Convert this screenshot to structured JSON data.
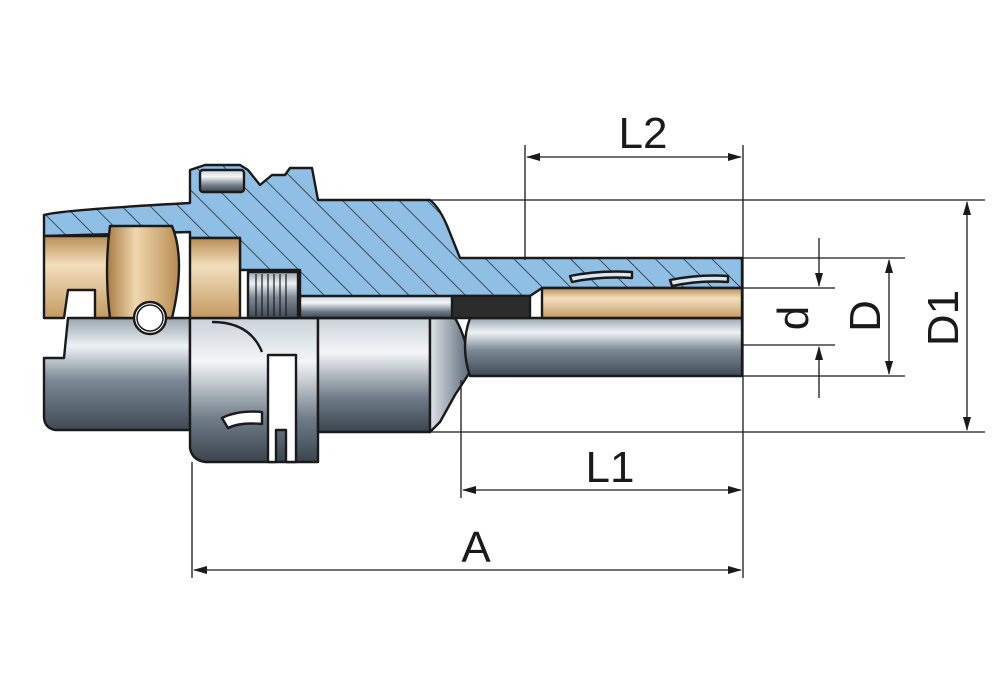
{
  "dimensions": {
    "L2": "L2",
    "L1": "L1",
    "A": "A",
    "d": "d",
    "D": "D",
    "D1": "D1"
  },
  "colors": {
    "section_hatch_fill": "#8fbfe4",
    "brass_bore": "#d9b98a",
    "steel": "#6b7b88",
    "outline": "#1a1a1a"
  },
  "icons": {
    "diagram": "hsk-shrink-chuck-section-drawing"
  }
}
